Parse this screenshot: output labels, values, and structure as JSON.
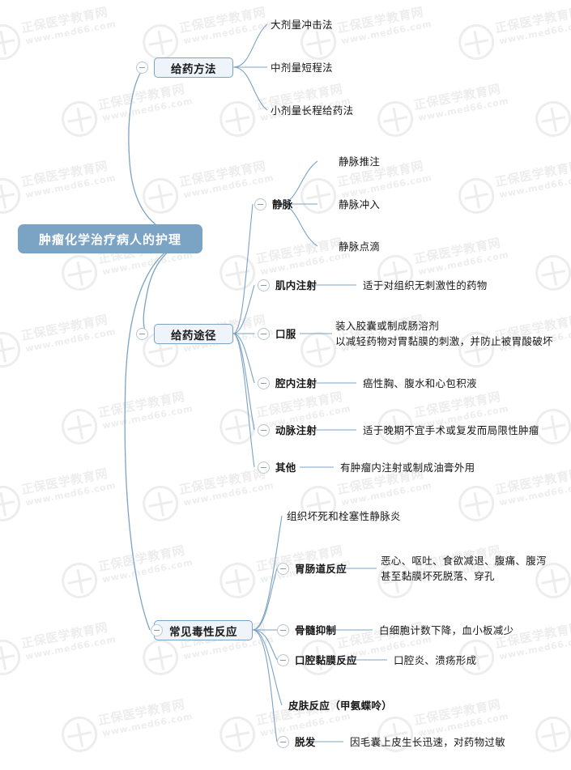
{
  "watermark": {
    "line1": "正保医学教育网",
    "line2": "www.med66.com",
    "logo_icon": "cross-circle-logo-icon"
  },
  "mindmap": {
    "root": {
      "label": "肿瘤化学治疗病人的护理",
      "color": "#7ba3c4"
    },
    "branches": [
      {
        "label": "给药方法",
        "children": [
          {
            "label": "大剂量冲击法"
          },
          {
            "label": "中剂量短程法"
          },
          {
            "label": "小剂量长程给药法"
          }
        ]
      },
      {
        "label": "给药途径",
        "children": [
          {
            "label": "静脉",
            "children": [
              {
                "label": "静脉推注"
              },
              {
                "label": "静脉冲入"
              },
              {
                "label": "静脉点滴"
              }
            ]
          },
          {
            "label": "肌内注射",
            "desc": "适于对组织无刺激性的药物"
          },
          {
            "label": "口服",
            "desc_line1": "装入胶囊或制成肠溶剂",
            "desc_line2": "以减轻药物对胃黏膜的刺激，并防止被胃酸破坏"
          },
          {
            "label": "腔内注射",
            "desc": "癌性胸、腹水和心包积液"
          },
          {
            "label": "动脉注射",
            "desc": "适于晚期不宜手术或复发而局限性肿瘤"
          },
          {
            "label": "其他",
            "desc": "有肿瘤内注射或制成油膏外用"
          }
        ]
      },
      {
        "label": "常见毒性反应",
        "children": [
          {
            "label": "组织坏死和栓塞性静脉炎"
          },
          {
            "label": "胃肠道反应",
            "desc_line1": "恶心、呕吐、食欲减退、腹痛、腹泻",
            "desc_line2": "甚至黏膜坏死脱落、穿孔"
          },
          {
            "label": "骨髓抑制",
            "desc": "白细胞计数下降，血小板减少"
          },
          {
            "label": "口腔黏膜反应",
            "desc": "口腔炎、溃疡形成"
          },
          {
            "label": "皮肤反应（甲氨蝶呤）"
          },
          {
            "label": "脱发",
            "desc": "因毛囊上皮生长迅速，对药物过敏"
          }
        ]
      }
    ]
  }
}
